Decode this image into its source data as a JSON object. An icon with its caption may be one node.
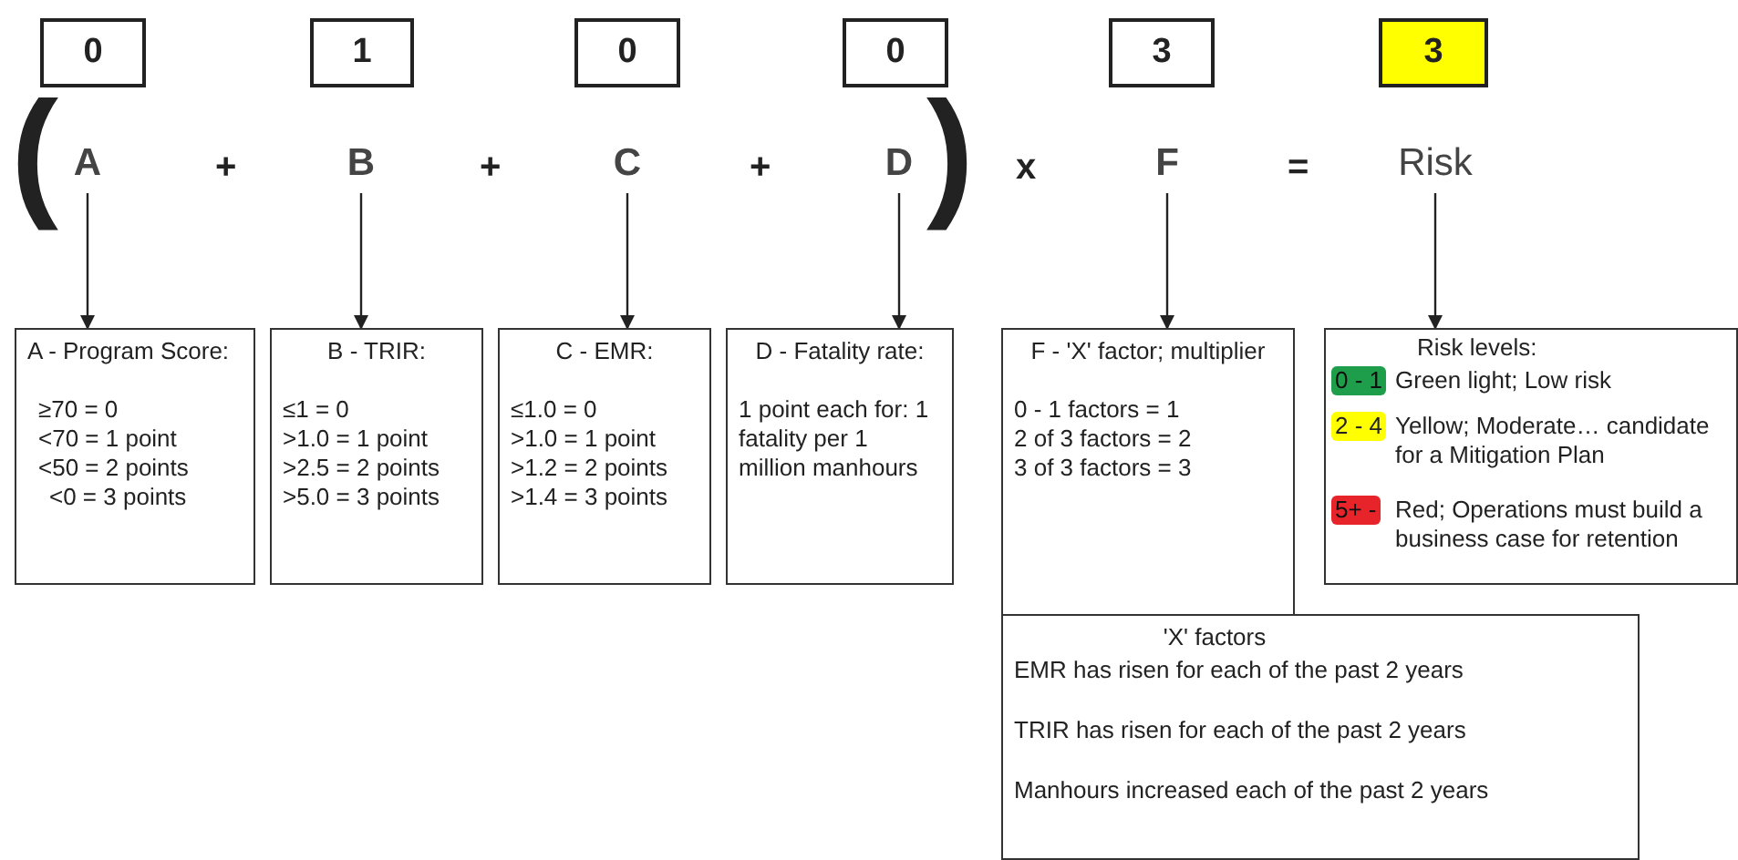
{
  "diagram": {
    "nodes": [
      {
        "text": [
          "0"
        ]
      },
      {
        "text": [
          "1"
        ]
      },
      {
        "text": [
          "0"
        ]
      },
      {
        "text": [
          "0"
        ]
      },
      {
        "text": [
          "3"
        ]
      },
      {
        "text": [
          "3"
        ]
      },
      {
        "text": [
          "A"
        ]
      },
      {
        "text": [
          "B"
        ]
      },
      {
        "text": [
          "C"
        ]
      },
      {
        "text": [
          "D"
        ]
      },
      {
        "text": [
          "F"
        ]
      },
      {
        "text": [
          "Risk"
        ]
      },
      {
        "text": [
          "A - Program Score:",
          "≥70 = 0",
          "<70 = 1 point",
          "<50 = 2 points",
          "<0 = 3 points"
        ]
      },
      {
        "text": [
          "B - TRIR:",
          "≤1 = 0",
          ">1.0 = 1 point",
          ">2.5 = 2 points",
          ">5.0 = 3 points"
        ]
      },
      {
        "text": [
          "C - EMR:",
          "≤1.0 = 0",
          ">1.0 = 1 point",
          ">1.2 = 2 points",
          ">1.4 = 3 points"
        ]
      },
      {
        "text": [
          "D - Fatality rate:",
          "1 point each for: 1 fatality per 1 million manhours"
        ]
      },
      {
        "text": [
          "F - 'X' factor; multiplier",
          "0 - 1 factors = 1",
          "2 of 3 factors = 2",
          "3 of 3 factors = 3"
        ]
      },
      {
        "text": [
          "Risk levels:",
          "Green light; Low risk",
          "Yellow; Moderate… candidate for a Mitigation Plan",
          "Red; Operations must build a business case for retention"
        ]
      },
      {
        "text": [
          "0 - 1"
        ],
        "in": 17
      },
      {
        "text": [
          "2 - 4"
        ],
        "in": 17
      },
      {
        "text": [
          "5+ -"
        ],
        "in": 17
      },
      {
        "text": [
          "'X' factors",
          "EMR has risen for each of the past 2 years",
          "TRIR has risen for each of the past 2 years",
          "Manhours increased each of the past 2 years"
        ]
      }
    ],
    "edges": [
      {
        "from": 6,
        "to": 12,
        "arrow": "to"
      },
      {
        "from": 7,
        "to": 13,
        "arrow": "to"
      },
      {
        "from": 8,
        "to": 14,
        "arrow": "to"
      },
      {
        "from": 9,
        "to": 15,
        "arrow": "to"
      },
      {
        "from": 10,
        "to": 16,
        "arrow": "to"
      },
      {
        "from": 11,
        "to": 17,
        "arrow": "to"
      }
    ],
    "labels": [
      "(",
      "+",
      "+",
      "+",
      ")",
      "x",
      "="
    ]
  }
}
